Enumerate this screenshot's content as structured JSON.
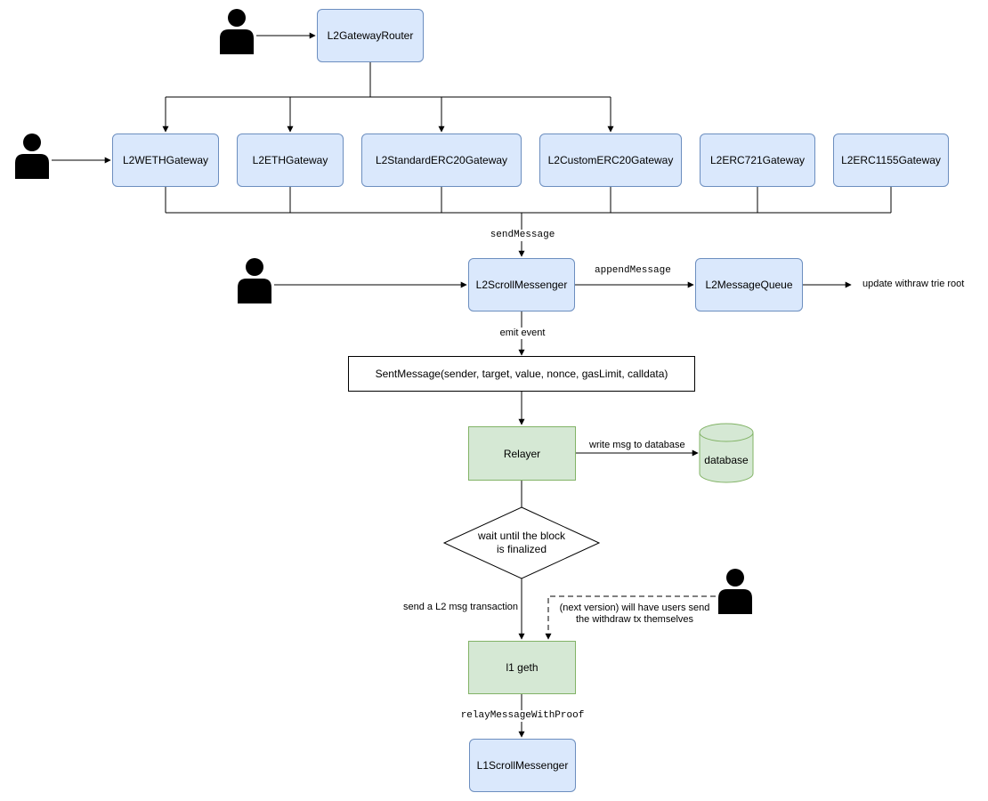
{
  "nodes": {
    "gateway_router": "L2GatewayRouter",
    "weth_gateway": "L2WETHGateway",
    "eth_gateway": "L2ETHGateway",
    "standard_erc20_gateway": "L2StandardERC20Gateway",
    "custom_erc20_gateway": "L2CustomERC20Gateway",
    "erc721_gateway": "L2ERC721Gateway",
    "erc1155_gateway": "L2ERC1155Gateway",
    "l2_scroll_messenger": "L2ScrollMessenger",
    "l2_message_queue": "L2MessageQueue",
    "sent_message_event": "SentMessage(sender, target, value, nonce, gasLimit, calldata)",
    "relayer": "Relayer",
    "database": "database",
    "wait_decision_line1": "wait until the block",
    "wait_decision_line2": "is finalized",
    "l1_geth": "l1 geth",
    "l1_scroll_messenger": "L1ScrollMessenger"
  },
  "edge_labels": {
    "send_message": "sendMessage",
    "append_message": "appendMessage",
    "update_withdraw_root": "update withraw trie root",
    "emit_event": "emit event",
    "write_msg": "write msg to database",
    "send_l2_tx": "send a L2 msg transaction",
    "next_version_line1": "(next version) will have users send",
    "next_version_line2": "the withdraw tx themselves",
    "relay_with_proof": "relayMessageWithProof"
  },
  "colors": {
    "blue_fill": "#dae8fc",
    "blue_stroke": "#6c8ebf",
    "green_fill": "#d5e8d4",
    "green_stroke": "#82b366"
  }
}
